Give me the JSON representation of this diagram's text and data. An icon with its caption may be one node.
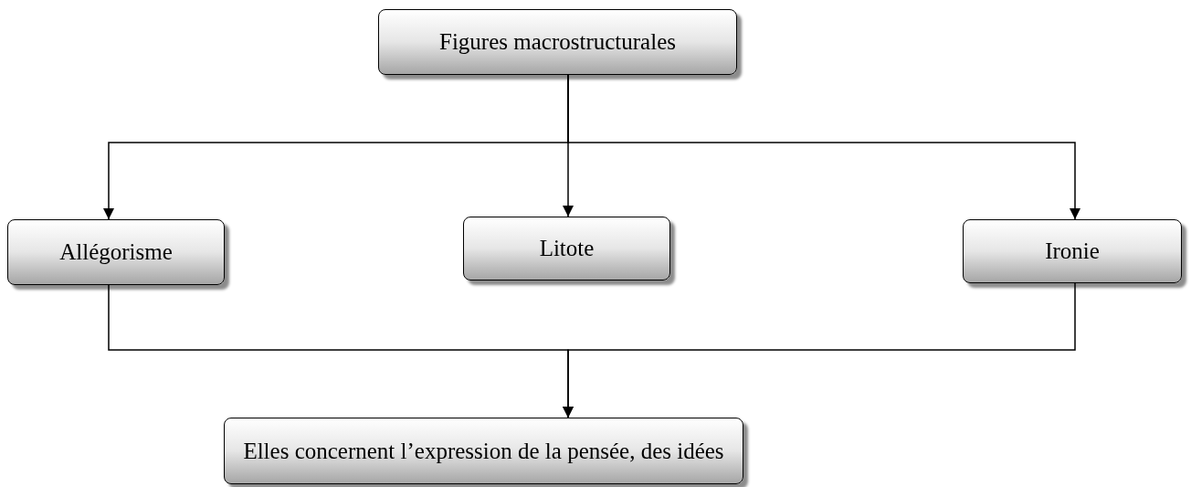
{
  "diagram": {
    "nodes": [
      {
        "text": [
          "Figures macrostructurales"
        ]
      },
      {
        "text": [
          "Allégorisme"
        ]
      },
      {
        "text": [
          "Litote"
        ]
      },
      {
        "text": [
          "Ironie"
        ]
      },
      {
        "text": [
          "Elles concernent l’expression de la pensée, des idées"
        ]
      }
    ],
    "edges": [
      {
        "from": 0,
        "to": 1,
        "arrow": "to"
      },
      {
        "from": 0,
        "to": 2,
        "arrow": "to"
      },
      {
        "from": 0,
        "to": 3,
        "arrow": "to"
      },
      {
        "from": 1,
        "to": 4,
        "arrow": "to"
      },
      {
        "from": 3,
        "to": 4,
        "arrow": "to"
      }
    ]
  }
}
